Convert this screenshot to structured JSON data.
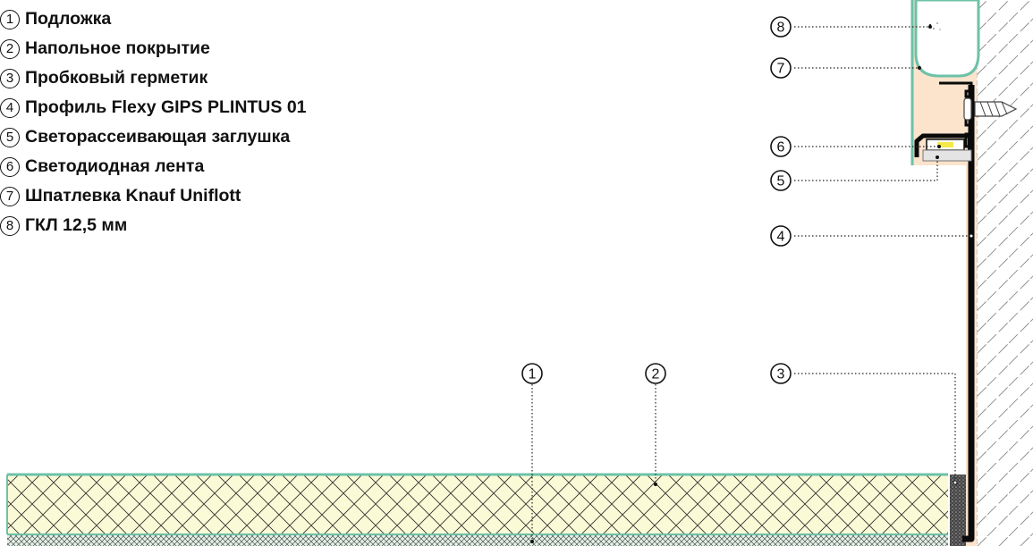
{
  "legend": [
    {
      "num": "1",
      "label": "Подложка"
    },
    {
      "num": "2",
      "label": "Напольное покрытие"
    },
    {
      "num": "3",
      "label": "Пробковый герметик"
    },
    {
      "num": "4",
      "label": "Профиль Flexy GIPS PLINTUS 01"
    },
    {
      "num": "5",
      "label": "Светорассеивающая заглушка"
    },
    {
      "num": "6",
      "label": "Светодиодная лента"
    },
    {
      "num": "7",
      "label": "Шпатлевка Knauf Uniflott"
    },
    {
      "num": "8",
      "label": "ГКЛ 12,5 мм"
    }
  ],
  "callouts": {
    "c1": "1",
    "c2": "2",
    "c3": "3",
    "c4": "4",
    "c5": "5",
    "c6": "6",
    "c7": "7",
    "c8": "8"
  },
  "colors": {
    "floor_fill": "#fbfad7",
    "underlay_fill": "#e2efe6",
    "teal_edge": "#6cc2a8",
    "putty_fill": "#fbe3cc",
    "wall_hatch": "#8a8a8a",
    "profile": "#0a0a0a",
    "led": "#f4e84a"
  }
}
